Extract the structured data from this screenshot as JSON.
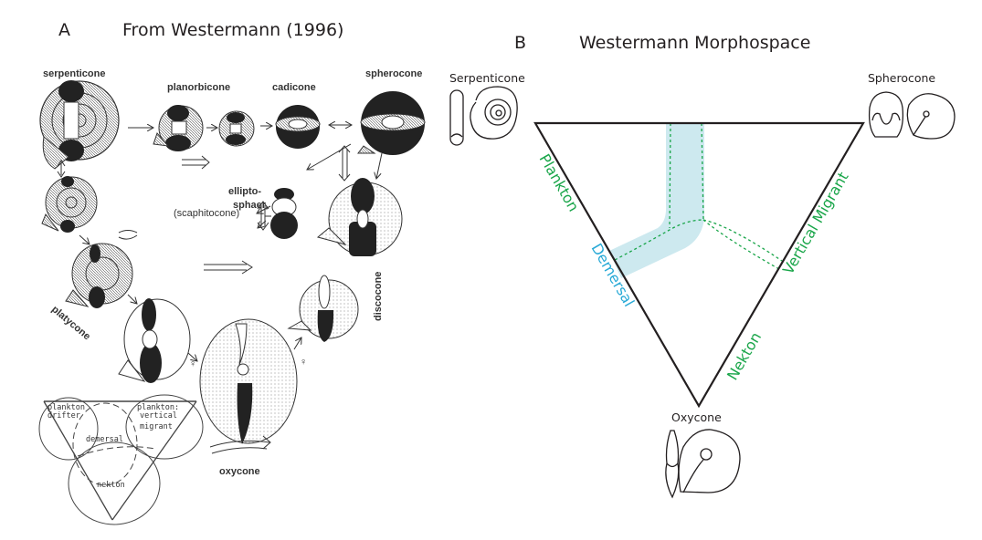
{
  "panel_a": {
    "letter": "A",
    "title": "From Westermann (1996)",
    "morphotypes": {
      "serpenticone": "serpenticone",
      "planorbicone": "planorbicone",
      "cadicone": "cadicone",
      "spherocone": "spherocone",
      "ellipto": "ellipto-",
      "sphaer": "sphaer,",
      "scaphitocone": "(scaphitocone)",
      "platycone": "platycone",
      "discocone": "discocone",
      "oxycone": "oxycone"
    },
    "female_symbol": "♀",
    "mini_triangle": {
      "plankton_drifter_1": "plankton",
      "plankton_drifter_2": "drifter",
      "plankton_vm_1": "plankton:",
      "plankton_vm_2": "vertical",
      "plankton_vm_3": "migrant",
      "demersal": "demersal",
      "nekton": "nekton"
    }
  },
  "panel_b": {
    "letter": "B",
    "title": "Westermann Morphospace",
    "vertices": {
      "top_left": "Serpenticone",
      "top_right": "Spherocone",
      "bottom": "Oxycone"
    },
    "edge_labels": {
      "plankton": "Plankton",
      "demersal": "Demersal",
      "vertical_migrant": "Vertical Migrant",
      "nekton": "Nekton"
    },
    "colors": {
      "green": "#1aa64a",
      "blue": "#27a9d6",
      "band": "#cde9ef",
      "line": "#231f20"
    }
  }
}
